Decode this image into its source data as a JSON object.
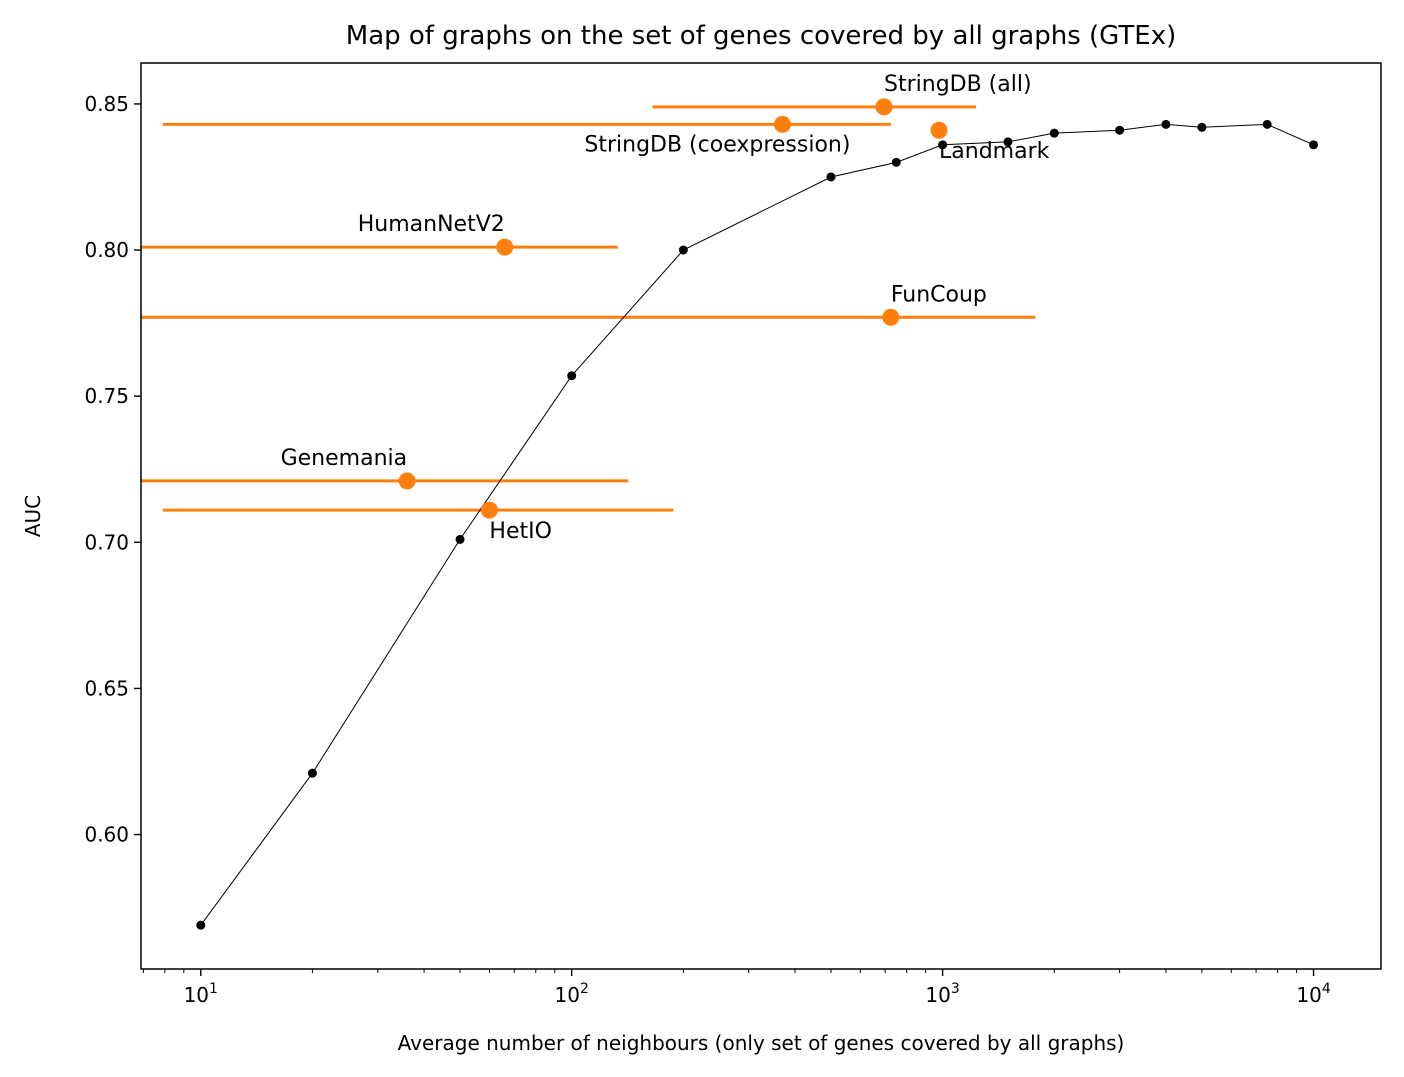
{
  "chart_data": {
    "type": "scatter",
    "title": "Map of graphs on the set of genes covered by all graphs (GTEx)",
    "xlabel": "Average number of neighbours (only set of genes covered by all graphs)",
    "ylabel": "AUC",
    "xscale": "log",
    "xlim": [
      6.9,
      15200
    ],
    "ylim": [
      0.554,
      0.864
    ],
    "x_ticks": [
      10,
      100,
      1000,
      10000
    ],
    "x_tick_labels": [
      {
        "base": "10",
        "exp": "1"
      },
      {
        "base": "10",
        "exp": "2"
      },
      {
        "base": "10",
        "exp": "3"
      },
      {
        "base": "10",
        "exp": "4"
      }
    ],
    "y_ticks": [
      0.6,
      0.65,
      0.7,
      0.75,
      0.8,
      0.85
    ],
    "y_tick_labels": [
      "0.60",
      "0.65",
      "0.70",
      "0.75",
      "0.80",
      "0.85"
    ],
    "colors": {
      "curve": "#000000",
      "graphs": "#ff7f0e"
    },
    "curve": {
      "x": [
        10,
        20,
        50,
        100,
        200,
        500,
        750,
        1000,
        1500,
        2000,
        3000,
        4000,
        5000,
        7500,
        10000
      ],
      "y": [
        0.569,
        0.621,
        0.701,
        0.757,
        0.8,
        0.825,
        0.83,
        0.836,
        0.837,
        0.84,
        0.841,
        0.843,
        0.842,
        0.843,
        0.836
      ]
    },
    "graphs": [
      {
        "label": "StringDB (all)",
        "x": 695,
        "y": 0.849,
        "xerr": [
          165,
          1230
        ],
        "label_pos": "above"
      },
      {
        "label": "StringDB (coexpression)",
        "x": 370,
        "y": 0.843,
        "xerr": [
          7.9,
          725
        ],
        "label_pos": "below-left"
      },
      {
        "label": "Landmark",
        "x": 978,
        "y": 0.841,
        "xerr": null,
        "label_pos": "below"
      },
      {
        "label": "HumanNetV2",
        "x": 66,
        "y": 0.801,
        "xerr": [
          6.9,
          133
        ],
        "label_pos": "above-left"
      },
      {
        "label": "FunCoup",
        "x": 725,
        "y": 0.777,
        "xerr": [
          6.9,
          1780
        ],
        "label_pos": "above"
      },
      {
        "label": "Genemania",
        "x": 36,
        "y": 0.721,
        "xerr": [
          6.9,
          142
        ],
        "label_pos": "above-left"
      },
      {
        "label": "HetIO",
        "x": 60,
        "y": 0.711,
        "xerr": [
          7.9,
          188
        ],
        "label_pos": "below"
      }
    ]
  }
}
